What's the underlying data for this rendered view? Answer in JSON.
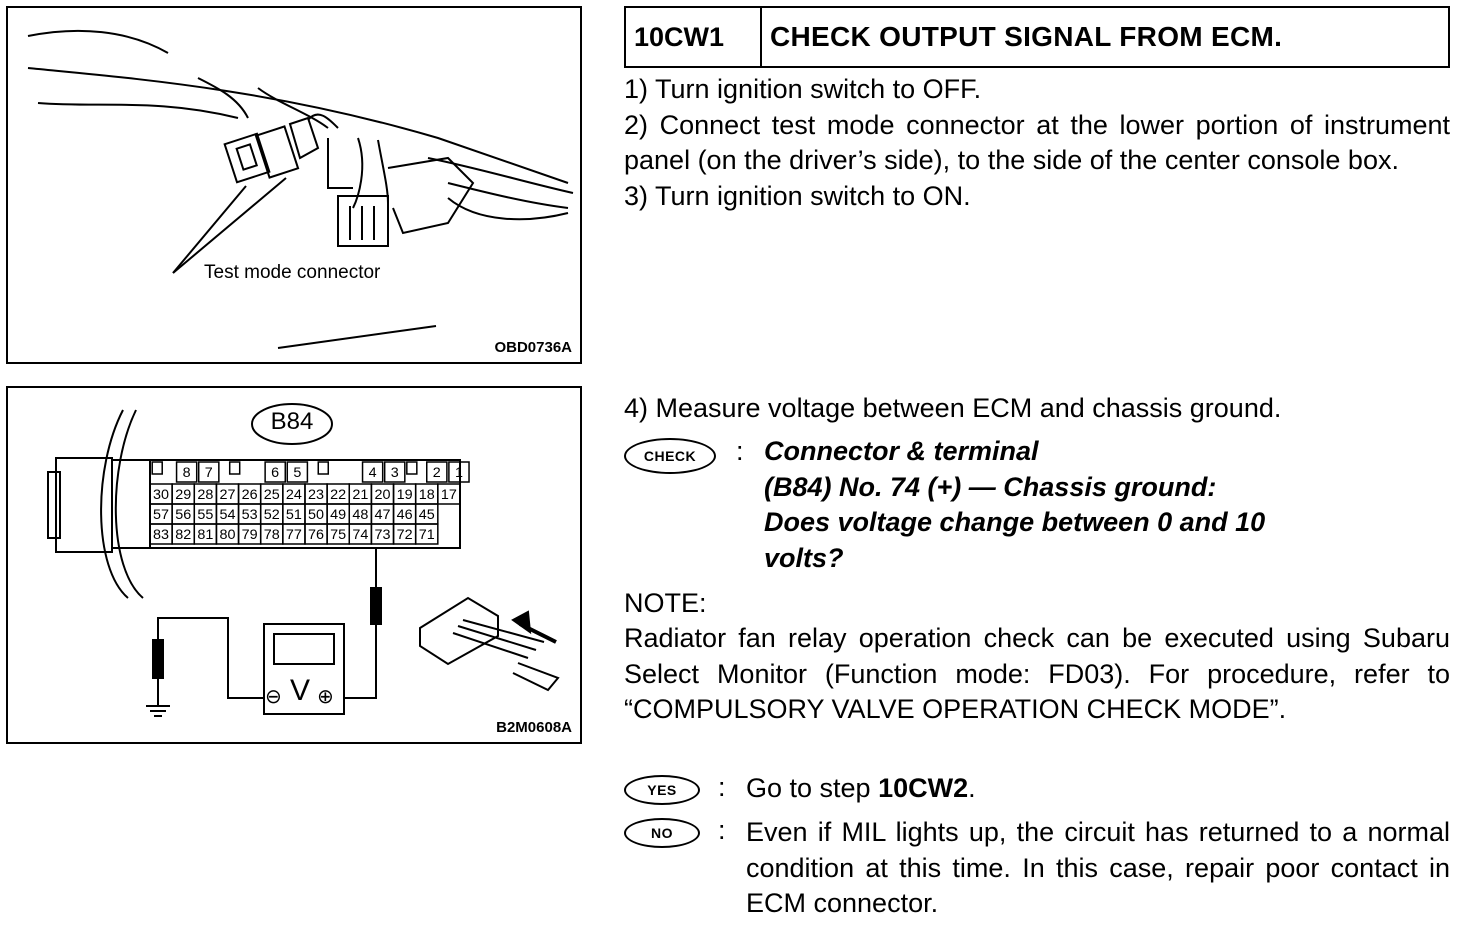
{
  "figure1": {
    "label": "Test mode connector",
    "code": "OBD0736A"
  },
  "figure2": {
    "connector_id": "B84",
    "code": "B2M0608A",
    "top_pins": [
      "8",
      "7",
      "6",
      "5",
      "4",
      "3",
      "2",
      "1"
    ],
    "row1": [
      "30",
      "29",
      "28",
      "27",
      "26",
      "25",
      "24",
      "23",
      "22",
      "21",
      "20",
      "19",
      "18",
      "17"
    ],
    "row2": [
      "57",
      "56",
      "55",
      "54",
      "53",
      "52",
      "51",
      "50",
      "49",
      "48",
      "47",
      "46",
      "45"
    ],
    "row3": [
      "83",
      "82",
      "81",
      "80",
      "79",
      "78",
      "77",
      "76",
      "75",
      "74",
      "73",
      "72",
      "71"
    ],
    "meter_minus": "⊖",
    "meter_unit": "V",
    "meter_plus": "⊕"
  },
  "header": {
    "code": "10CW1",
    "title": "CHECK OUTPUT SIGNAL FROM ECM."
  },
  "steps": {
    "s1": "1)  Turn ignition switch to OFF.",
    "s2": "2)  Connect test mode connector at the lower portion of instrument panel (on the driver’s side), to the side of the center console box.",
    "s3": "3)  Turn ignition switch to ON.",
    "s4": "4)  Measure voltage between ECM and chassis ground."
  },
  "check": {
    "badge": "CHECK",
    "colon": ":",
    "line1": "Connector & terminal",
    "line2": "(B84) No. 74 (+) — Chassis ground:",
    "line3": "Does voltage change between 0 and 10",
    "line4": "volts?"
  },
  "note": {
    "label": "NOTE:",
    "text": "Radiator fan relay operation check can be executed using Subaru Select Monitor (Function mode: FD03). For procedure, refer to “COMPULSORY VALVE OPERATION CHECK MODE”."
  },
  "yes": {
    "badge": "YES",
    "colon": ":",
    "prefix": "Go to step ",
    "target": "10CW2",
    "suffix": "."
  },
  "no": {
    "badge": "NO",
    "colon": ":",
    "text": "Even if MIL lights up, the circuit has returned to a normal condition at this time. In this case, repair poor contact in ECM connector."
  }
}
